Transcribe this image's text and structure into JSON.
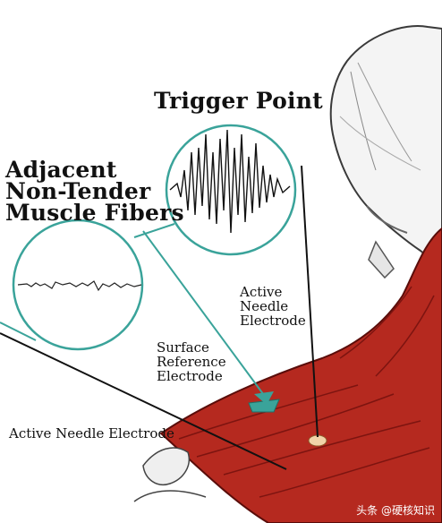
{
  "figure": {
    "labels": {
      "trigger_point": "Trigger Point",
      "adjacent_line1": "Adjacent",
      "adjacent_line2": "Non-Tender",
      "adjacent_line3": "Muscle Fibers",
      "active_needle_line1": "Active",
      "active_needle_line2": "Needle",
      "active_needle_line3": "Electrode",
      "surface_ref_line1": "Surface",
      "surface_ref_line2": "Reference",
      "surface_ref_line3": "Electrode",
      "active_needle_bottom": "Active Needle Electrode"
    },
    "watermark": "头条 @硬核知识"
  },
  "colors": {
    "muscle_red": "#b5291f",
    "muscle_dark": "#7d1410",
    "teal_lines": "#3aa39a",
    "bone_outline": "#444444"
  }
}
